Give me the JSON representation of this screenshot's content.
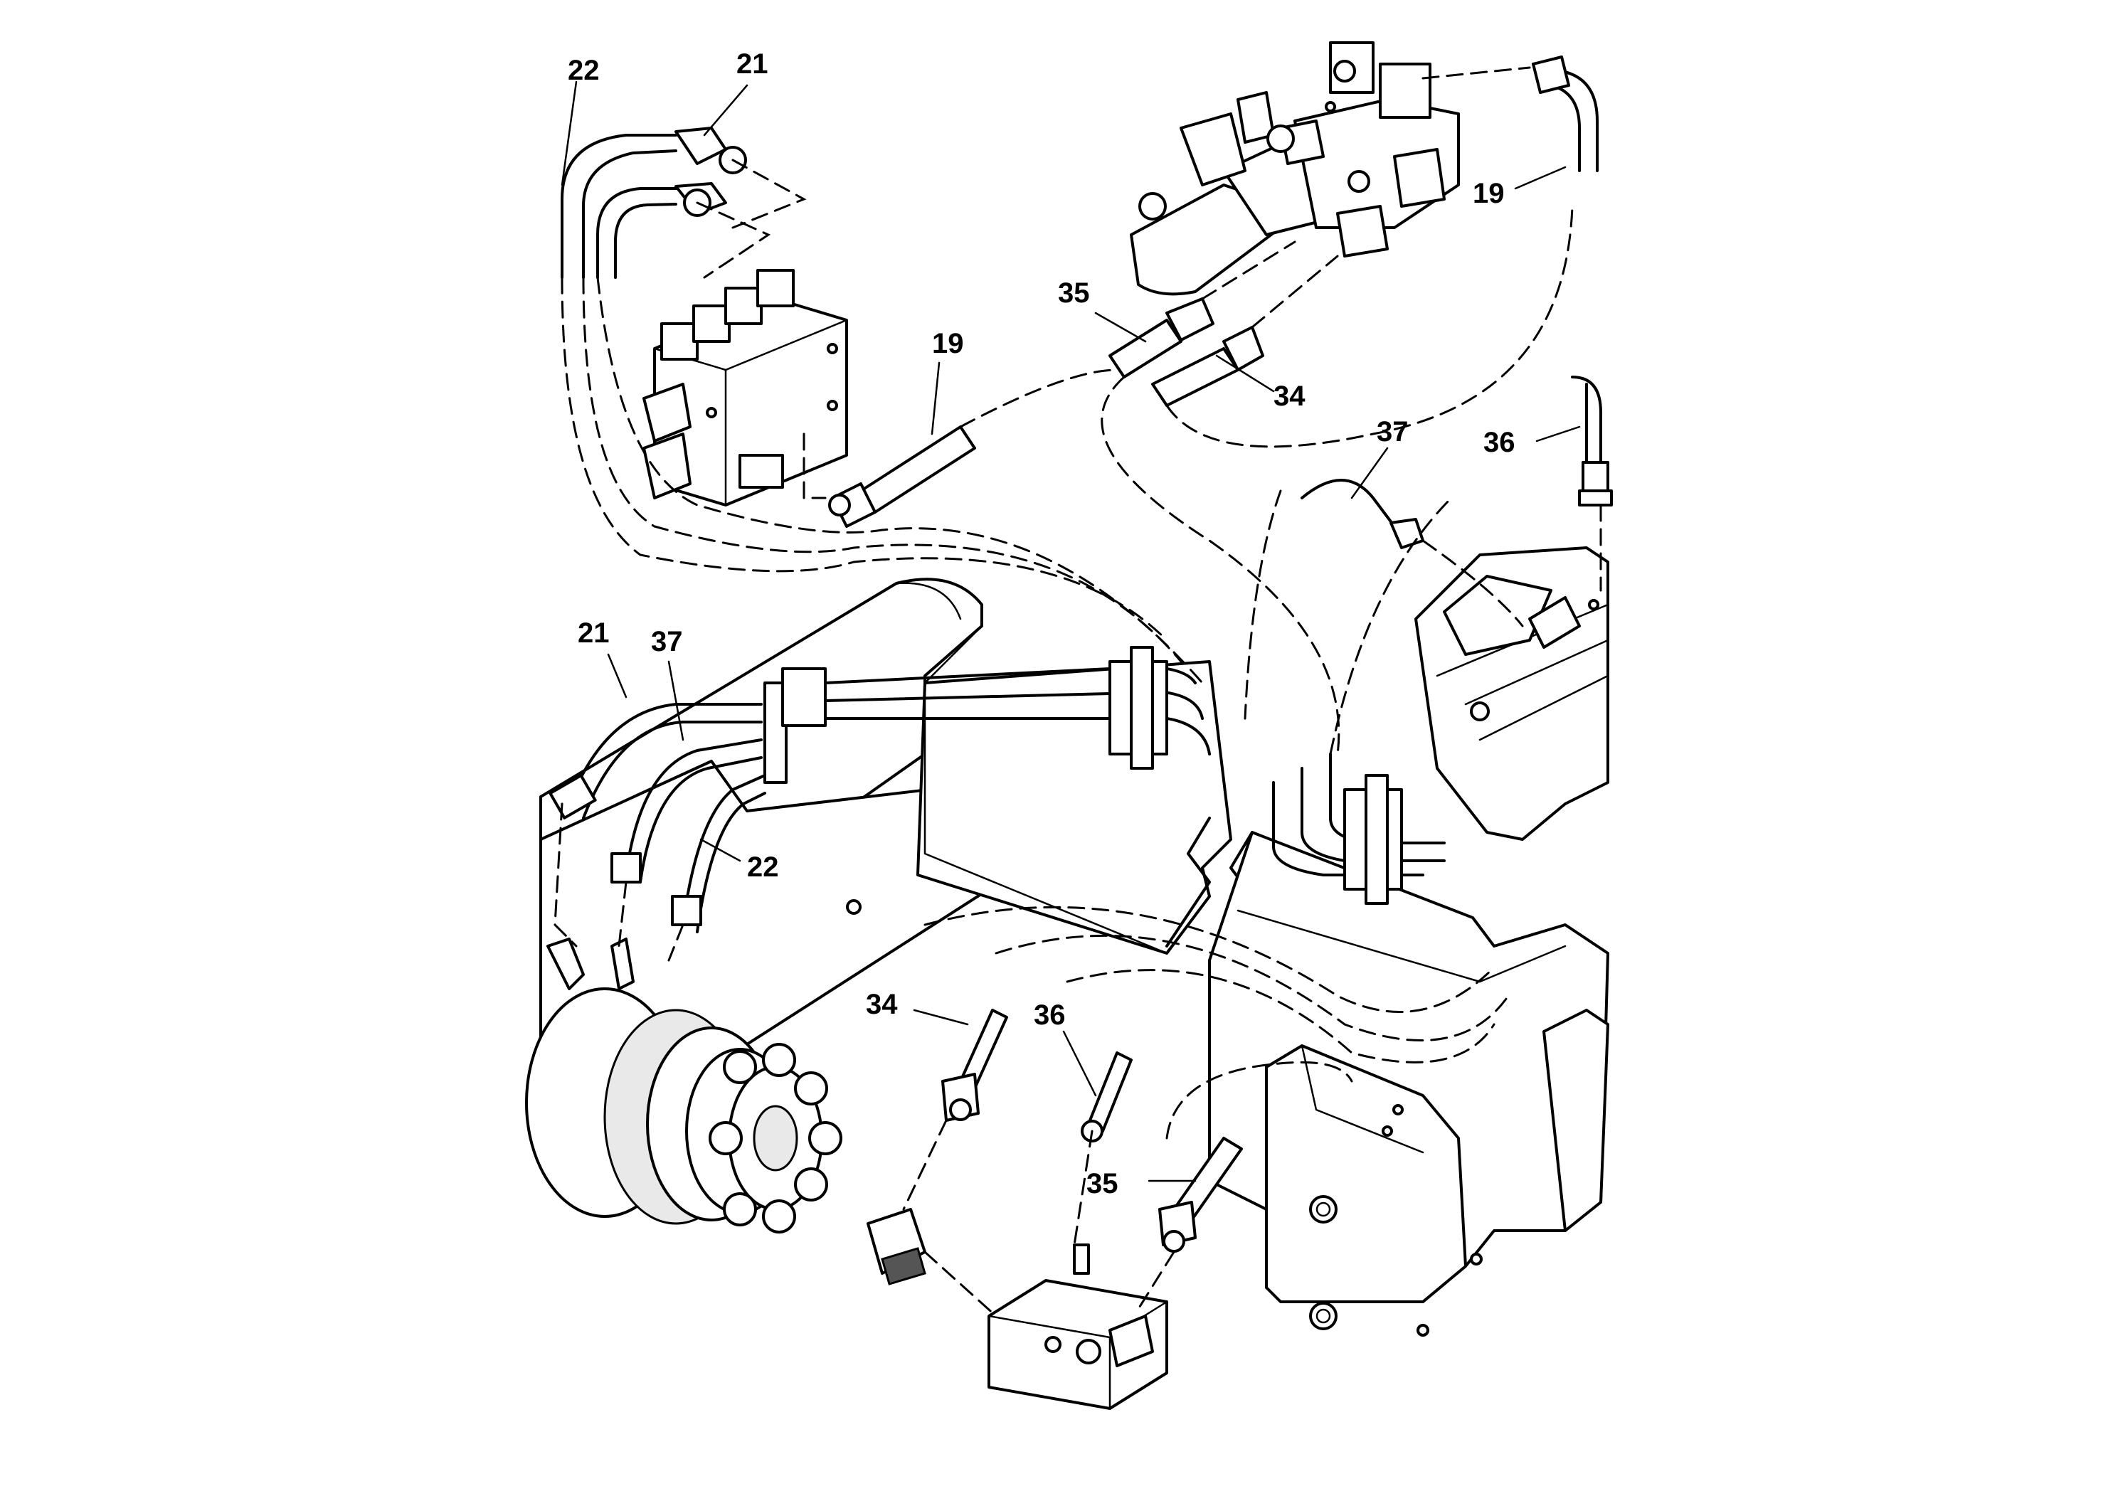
{
  "callouts": [
    {
      "id": "c22a",
      "text": "22"
    },
    {
      "id": "c21a",
      "text": "21"
    },
    {
      "id": "c19a",
      "text": "19"
    },
    {
      "id": "c35a",
      "text": "35"
    },
    {
      "id": "c34a",
      "text": "34"
    },
    {
      "id": "c19b",
      "text": "19"
    },
    {
      "id": "c37a",
      "text": "37"
    },
    {
      "id": "c36a",
      "text": "36"
    },
    {
      "id": "c21b",
      "text": "21"
    },
    {
      "id": "c37b",
      "text": "37"
    },
    {
      "id": "c22b",
      "text": "22"
    },
    {
      "id": "c34b",
      "text": "34"
    },
    {
      "id": "c36b",
      "text": "36"
    },
    {
      "id": "c35b",
      "text": "35"
    }
  ]
}
